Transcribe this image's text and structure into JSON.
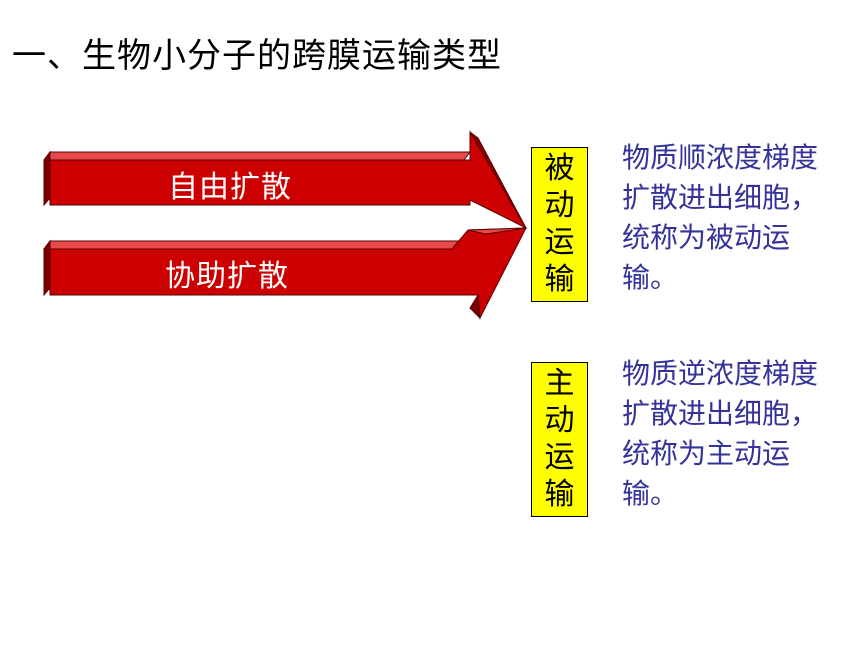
{
  "title": "一、生物小分子的跨膜运输类型",
  "arrows": {
    "top_label": "自由扩散",
    "bottom_label": "协助扩散"
  },
  "passive": {
    "label_chars": [
      "被",
      "动",
      "运",
      "输"
    ],
    "description": "物质顺浓度梯度扩散进出细胞，统称为被动运输。"
  },
  "active": {
    "label_chars": [
      "主",
      "动",
      "运",
      "输"
    ],
    "description": "物质逆浓度梯度扩散进出细胞，统称为主动运输。"
  },
  "colors": {
    "arrow_red": "#cc0000",
    "arrow_dark": "#7a0000",
    "box_yellow": "#ffff00",
    "desc_blue": "#333399"
  }
}
